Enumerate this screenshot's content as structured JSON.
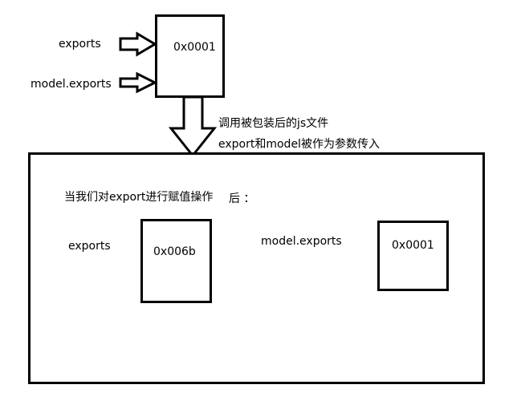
{
  "top": {
    "pointer_labels": [
      "exports",
      "model.exports"
    ],
    "memory_box": "0x0001"
  },
  "transition": {
    "line1": "调用被包装后的js文件",
    "line2": "export和model被作为参数传入"
  },
  "inner": {
    "caption": "当我们对export进行赋值操作",
    "caption_suffix": "后 ：",
    "left": {
      "label": "exports",
      "memory_box": "0x006b"
    },
    "right": {
      "label": "model.exports",
      "memory_box": "0x0001"
    }
  }
}
